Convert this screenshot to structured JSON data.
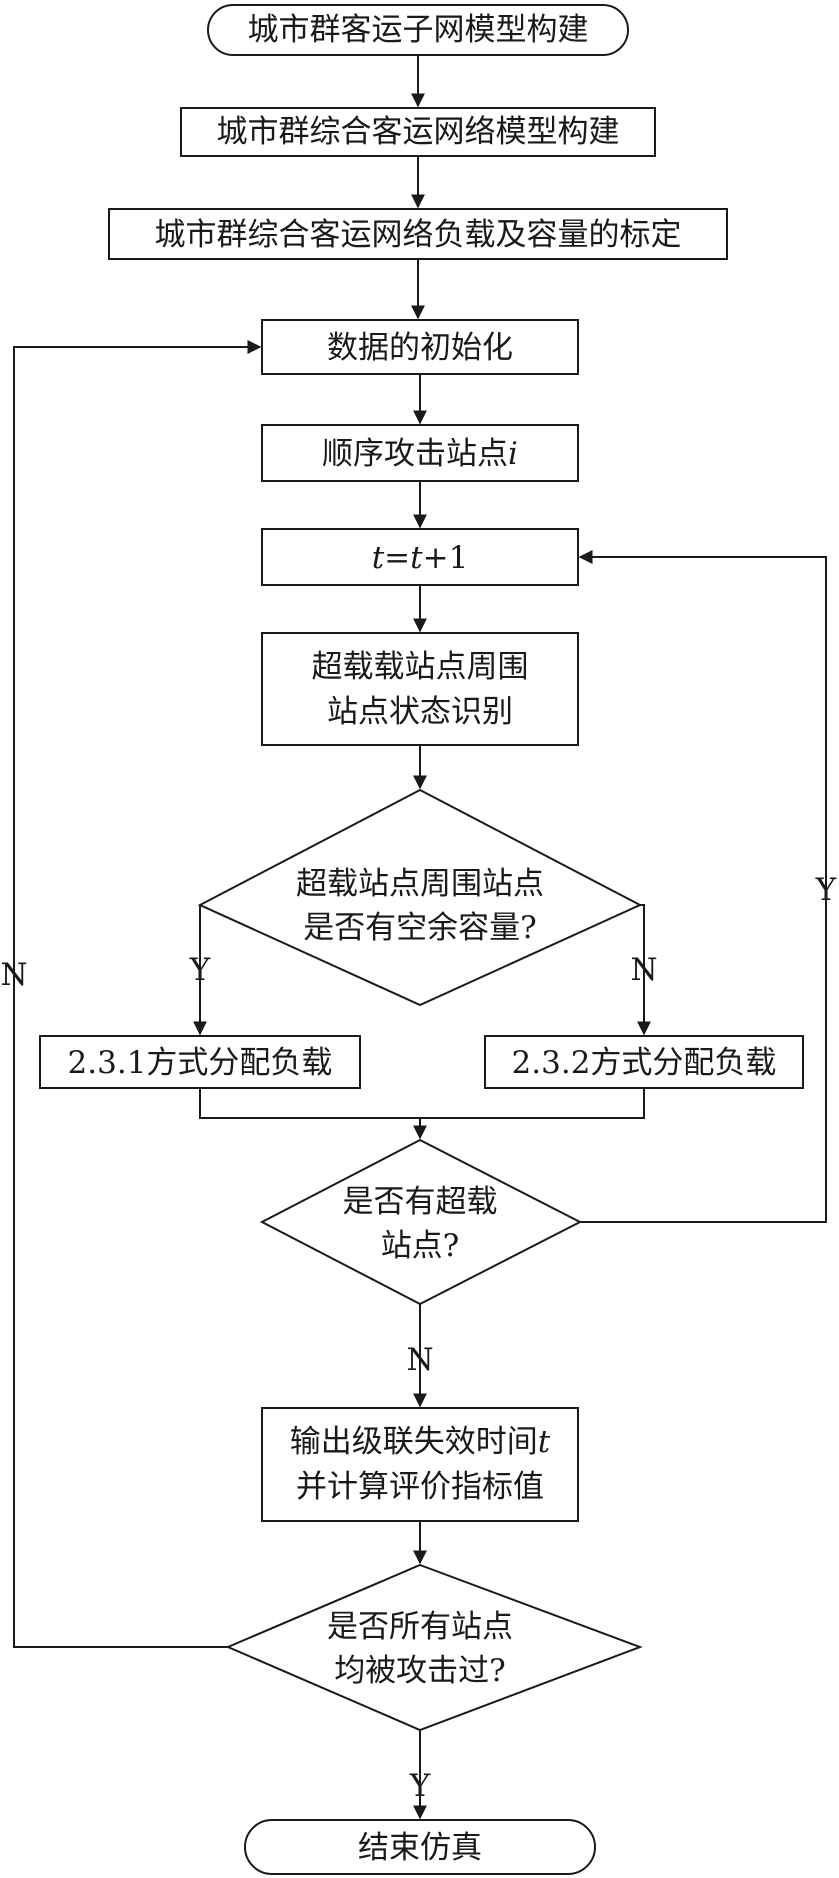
{
  "nodes": {
    "start": "城市群客运子网模型构建",
    "build_network": "城市群综合客运网络模型构建",
    "calibrate": "城市群综合客运网络负载及容量的标定",
    "init_data": "数据的初始化",
    "attack": {
      "text": "顺序攻击站点",
      "var": "i"
    },
    "time_step": {
      "a": "t",
      "b": "=",
      "c": "t",
      "d": "+1"
    },
    "identify_line1": "超载载站点周围",
    "identify_line2": "站点状态识别",
    "capacity_q_line1": "超载站点周围站点",
    "capacity_q_line2": "是否有空余容量?",
    "alloc_231": "2.3.1方式分配负载",
    "alloc_232": "2.3.2方式分配负载",
    "overload_q_line1": "是否有超载",
    "overload_q_line2": "站点?",
    "output_line1": {
      "text": "输出级联失效时间",
      "var": "t"
    },
    "output_line2": "并计算评价指标值",
    "all_q_line1": "是否所有站点",
    "all_q_line2": "均被攻击过?",
    "end": "结束仿真"
  },
  "edge_labels": {
    "capacity_yes": "Y",
    "capacity_no": "N",
    "overload_yes": "Y",
    "overload_no": "N",
    "all_yes": "Y",
    "all_no": "N"
  }
}
